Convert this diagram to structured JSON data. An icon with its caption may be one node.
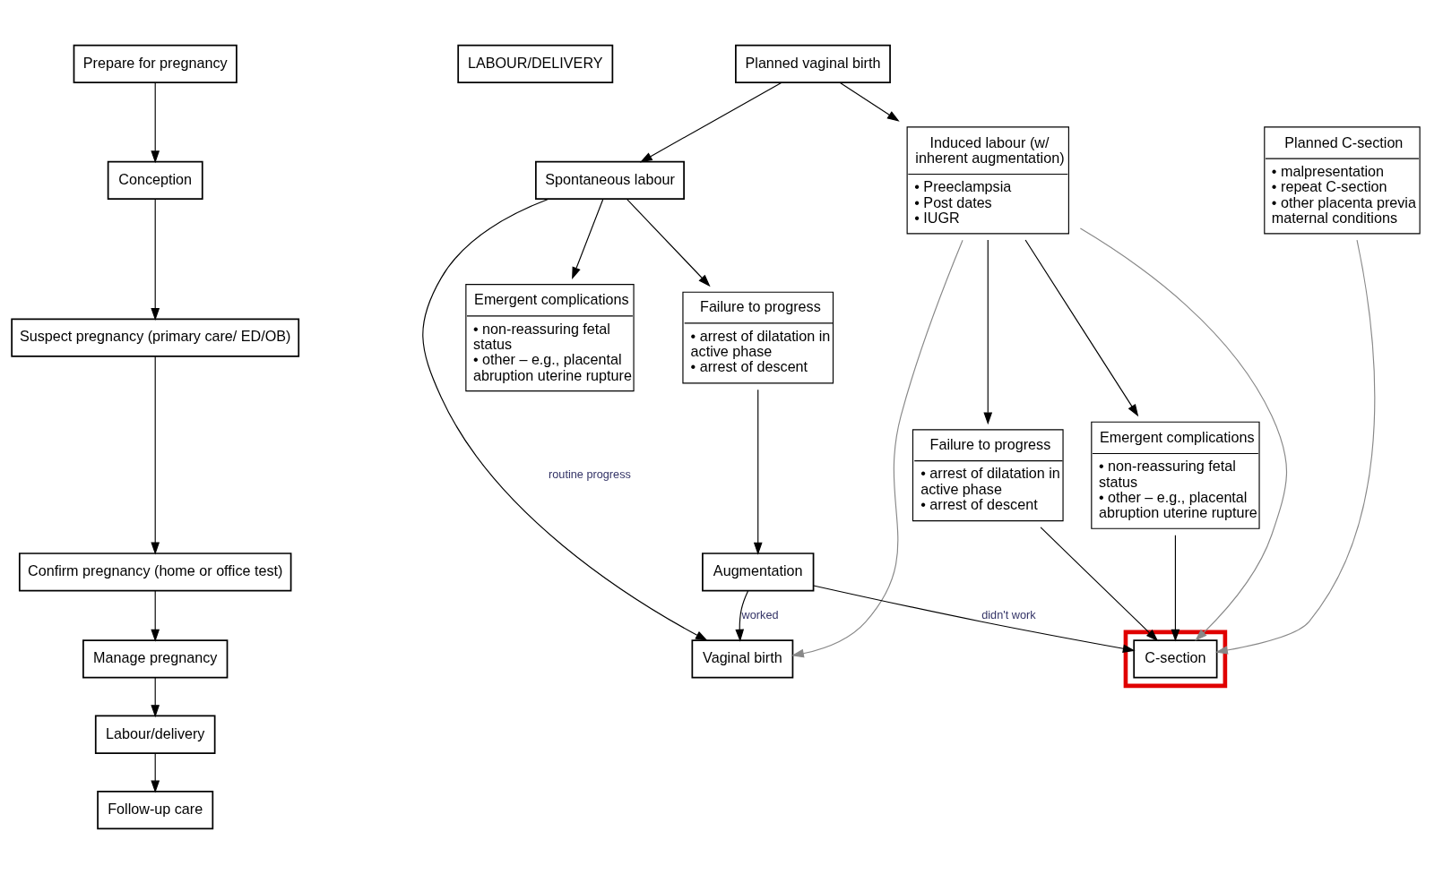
{
  "diagram": {
    "nodes": [
      {
        "text": [
          "Prepare for pregnancy"
        ]
      },
      {
        "text": [
          "Conception"
        ]
      },
      {
        "text": [
          "Suspect pregnancy (primary care/ ED/OB)"
        ]
      },
      {
        "text": [
          "Confirm pregnancy (home or office test)"
        ]
      },
      {
        "text": [
          "Manage pregnancy"
        ]
      },
      {
        "text": [
          "Labour/delivery"
        ]
      },
      {
        "text": [
          "Follow-up care"
        ]
      },
      {
        "text": [
          "LABOUR/DELIVERY"
        ]
      },
      {
        "text": [
          "Planned vaginal birth"
        ]
      },
      {
        "text": [
          "Planned C-section",
          "• malpresentation",
          "• repeat C-section",
          "• other placenta previa maternal conditions"
        ]
      },
      {
        "text": [
          "Spontaneous labour"
        ]
      },
      {
        "text": [
          "Induced labour (w/ inherent augmentation)",
          "• Preeclampsia",
          "• Post dates",
          "• IUGR"
        ]
      },
      {
        "text": [
          "Failure to progress",
          "• arrest of dilatation in active phase",
          "• arrest of descent"
        ]
      },
      {
        "text": [
          "Emergent complications",
          "• non-reassuring fetal status",
          "• other – e.g., placental abruption uterine rupture"
        ]
      },
      {
        "text": [
          "Failure to progress",
          "• arrest of dilatation in active phase",
          "• arrest of descent"
        ]
      },
      {
        "text": [
          "Emergent complications",
          "• non-reassuring fetal status",
          "• other – e.g., placental abruption uterine rupture"
        ]
      },
      {
        "text": [
          "Augmentation"
        ]
      },
      {
        "text": [
          "Vaginal birth"
        ]
      },
      {
        "text": [],
        "shape": "box"
      },
      {
        "text": [
          "C-section"
        ],
        "in": 18
      }
    ],
    "edges": [
      {
        "from": 0,
        "to": 1,
        "arrow": "to"
      },
      {
        "from": 1,
        "to": 2,
        "arrow": "to"
      },
      {
        "from": 2,
        "to": 3,
        "arrow": "to"
      },
      {
        "from": 3,
        "to": 4,
        "arrow": "to"
      },
      {
        "from": 4,
        "to": 5,
        "arrow": "to"
      },
      {
        "from": 5,
        "to": 6,
        "arrow": "to"
      },
      {
        "from": 8,
        "to": 10,
        "arrow": "to"
      },
      {
        "from": 8,
        "to": 11,
        "arrow": "to"
      },
      {
        "from": 10,
        "to": 17,
        "arrow": "to",
        "label": "routine progress"
      },
      {
        "from": 10,
        "to": 12,
        "arrow": "to"
      },
      {
        "from": 10,
        "to": 13,
        "arrow": "to"
      },
      {
        "from": 12,
        "to": 16,
        "arrow": "to"
      },
      {
        "from": 16,
        "to": 17,
        "arrow": "to",
        "label": "worked"
      },
      {
        "from": 16,
        "to": 19,
        "arrow": "to",
        "label": "didn't work"
      },
      {
        "from": 11,
        "to": 14,
        "arrow": "to"
      },
      {
        "from": 11,
        "to": 15,
        "arrow": "to"
      },
      {
        "from": 11,
        "to": 17,
        "arrow": "to",
        "color": "#888888"
      },
      {
        "from": 11,
        "to": 19,
        "arrow": "to",
        "color": "#888888"
      },
      {
        "from": 14,
        "to": 19,
        "arrow": "to"
      },
      {
        "from": 15,
        "to": 19,
        "arrow": "to"
      },
      {
        "from": 9,
        "to": 19,
        "arrow": "to",
        "color": "#888888"
      }
    ]
  }
}
